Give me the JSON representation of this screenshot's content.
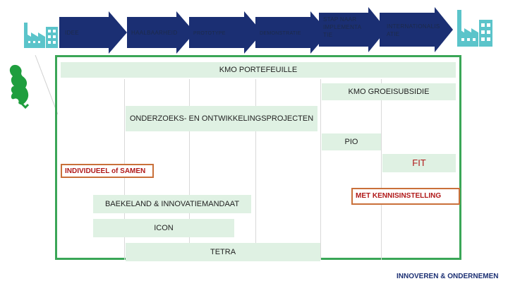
{
  "stages": [
    {
      "label": "IDEE"
    },
    {
      "label": "HAALBAARHEID"
    },
    {
      "label": "PROTOTYPE"
    },
    {
      "label": "DEMONSTRATIE"
    },
    {
      "label": "STAP NAAR IMPLEMENTA TIE"
    },
    {
      "label": "INTERNATIONALIS ATIE"
    }
  ],
  "portfolio": {
    "title": "KMO PORTEFEUILLE",
    "groeisubsidie": "KMO GROEISUBSIDIE",
    "onderzoek": "ONDERZOEKS- EN ONTWIKKELINGSPROJECTEN",
    "pio": "PIO",
    "fit": "FIT",
    "individueel": "INDIVIDUEEL of SAMEN",
    "kennisinstelling": "MET KENNISINSTELLING",
    "baekeland": "BAEKELAND & INNOVATIEMANDAAT",
    "icon": "ICON",
    "tetra": "TETRA"
  },
  "footer": {
    "brand": "INNOVEREN & ONDERNEMEN"
  },
  "colors": {
    "arrow": "#1b2f73",
    "green_frame": "#3aa657",
    "bar_fill": "#dff1e3",
    "factory": "#5bc4ca",
    "lion": "#1f9e3e"
  }
}
